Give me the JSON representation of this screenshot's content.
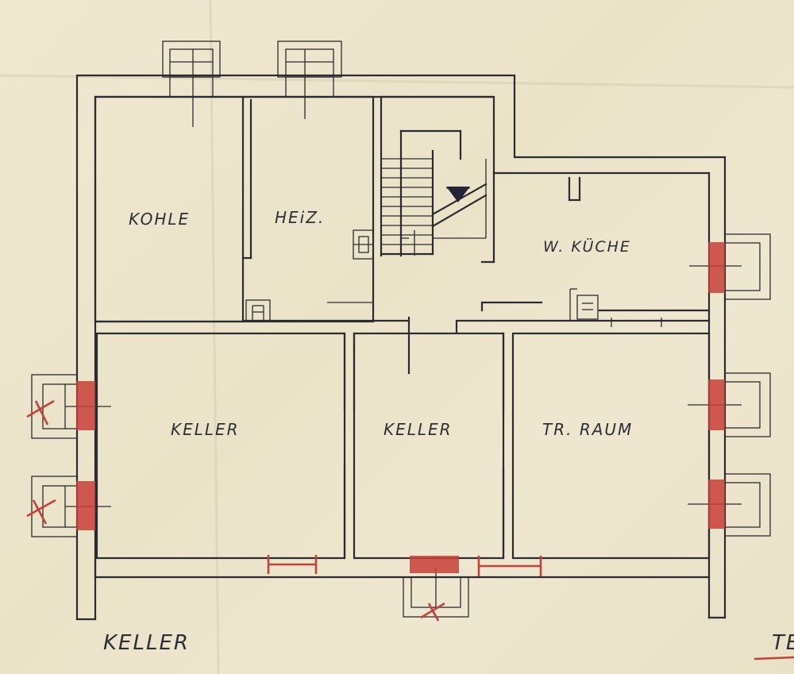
{
  "rooms": {
    "kohle": "KOHLE",
    "heiz": "HEiZ.",
    "wkuche": "W. KÜCHE",
    "keller_left": "KELLER",
    "keller_middle": "KELLER",
    "trraum": "TR. RAUM"
  },
  "plan_title": "KELLER",
  "corner_text": "TE",
  "colors": {
    "ink": "#2b2b33",
    "red_pencil": "#c8403a",
    "paper": "#ece5cd"
  }
}
